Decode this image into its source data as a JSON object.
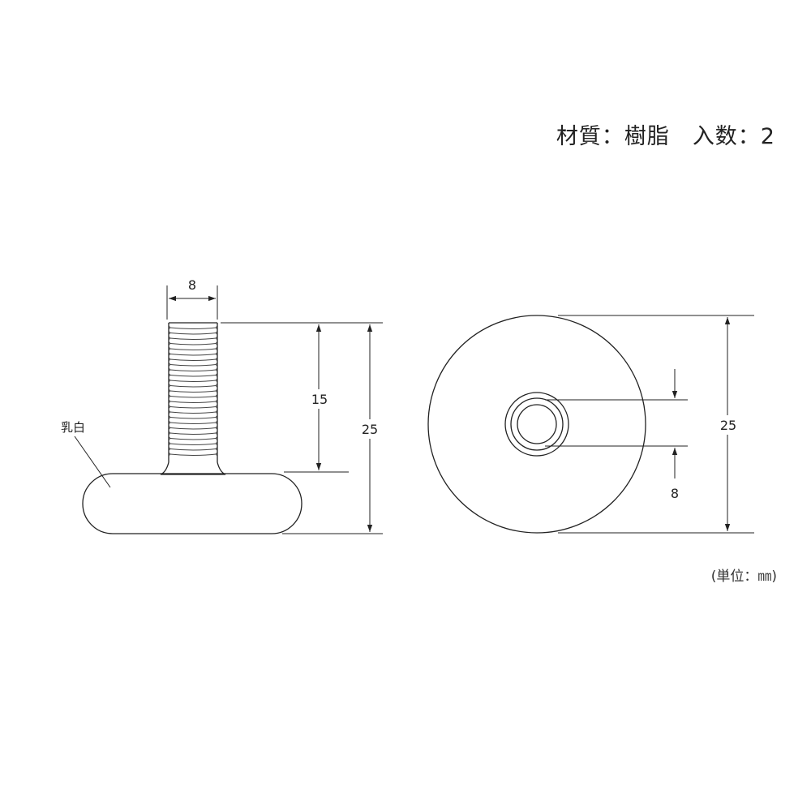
{
  "header": {
    "material": "材質：樹脂",
    "quantity": "入数：2"
  },
  "unit_note": "(単位：㎜)",
  "side_view": {
    "material_label": "乳白",
    "dimensions": {
      "thread_width": "8",
      "thread_length": "15",
      "total_height": "25"
    }
  },
  "top_view": {
    "dimensions": {
      "diameter": "25",
      "hole": "8"
    }
  }
}
